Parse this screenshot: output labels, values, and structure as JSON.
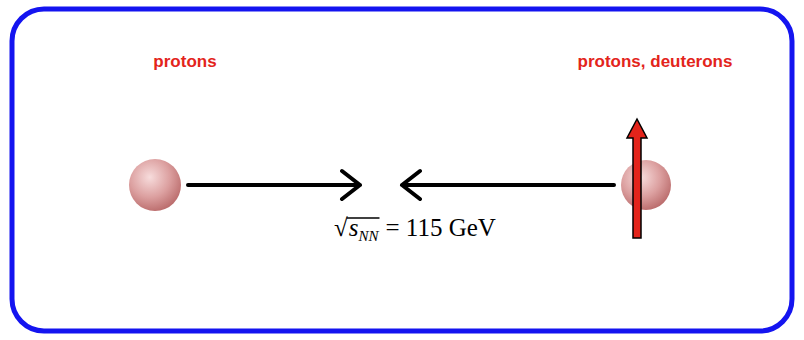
{
  "diagram": {
    "labels": [
      "protons",
      "protons, deuterons",
      "√",
      "s",
      "NN",
      "= 115 GeV"
    ]
  }
}
